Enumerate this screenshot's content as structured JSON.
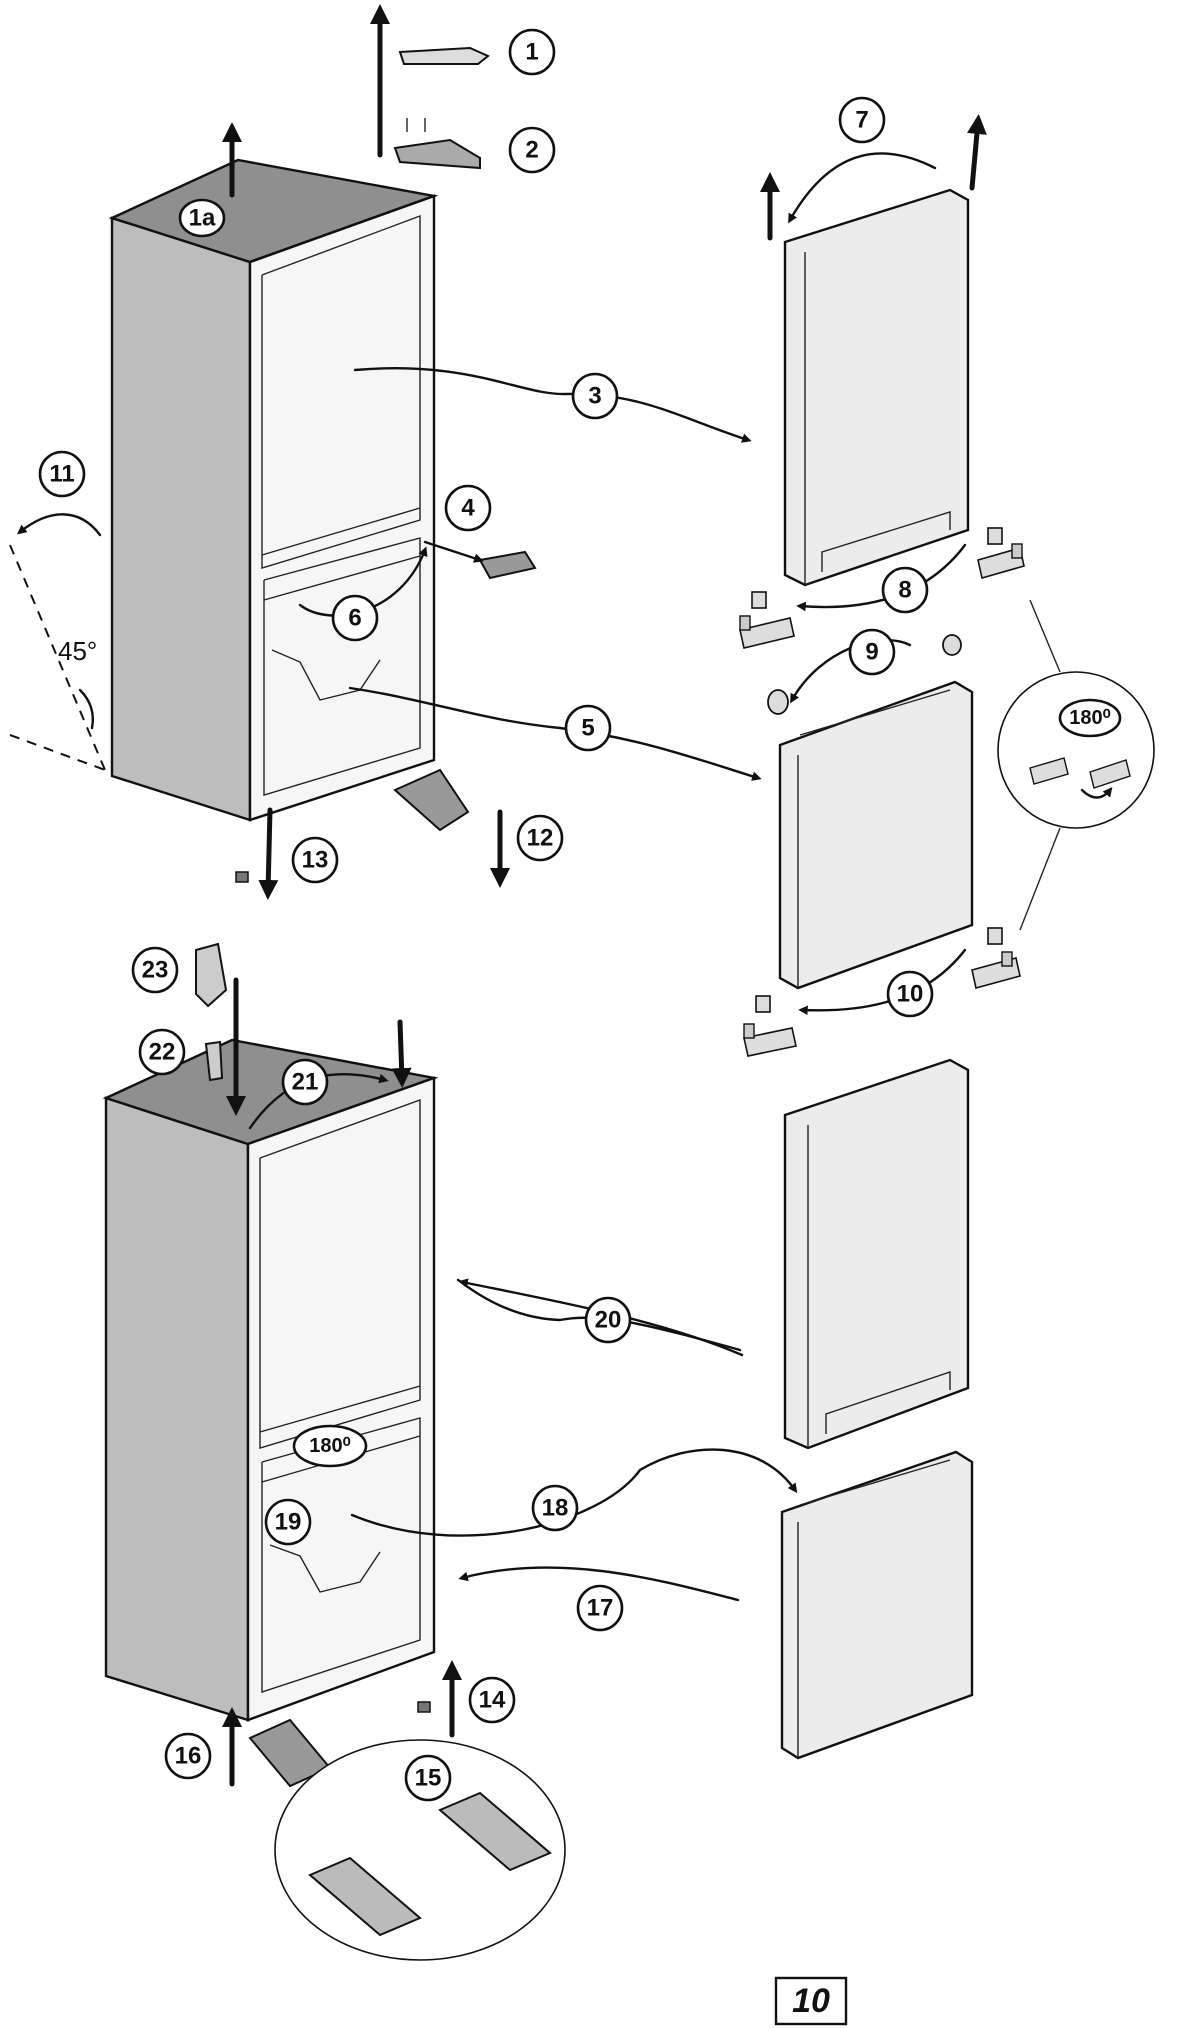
{
  "callouts": [
    "1",
    "2",
    "1a",
    "3",
    "4",
    "5",
    "6",
    "7",
    "8",
    "9",
    "10",
    "11",
    "12",
    "13",
    "14",
    "15",
    "16",
    "17",
    "18",
    "19",
    "20",
    "21",
    "22",
    "23"
  ],
  "angle_label": "45°",
  "rotation_label": "180⁰",
  "page_number": "10",
  "colors": {
    "ink": "#111111",
    "cabinet_side": "#bdbdbd",
    "cabinet_top": "#8f8f8f",
    "door": "#e6e6e6"
  }
}
